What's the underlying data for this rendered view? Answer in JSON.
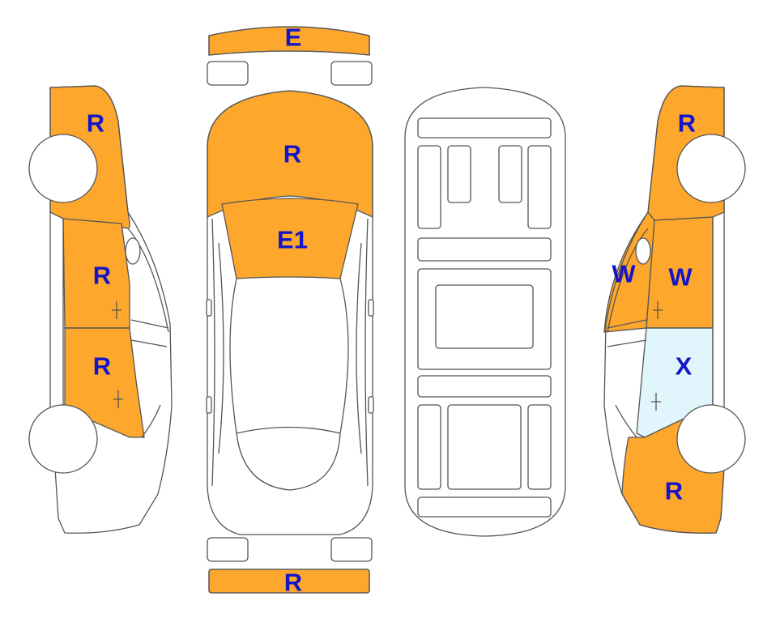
{
  "colors": {
    "damage_fill": "#FDA72D",
    "replace_fill": "#E0F6FC",
    "outline": "#555555",
    "label_text": "#1414C8",
    "background": "#FFFFFF"
  },
  "labels": {
    "left_side_front_fender": "R",
    "left_side_front_door": "R",
    "left_side_rear_door": "R",
    "front_bumper": "E",
    "hood": "R",
    "windshield": "E1",
    "rear_bumper": "R",
    "right_side_front_fender": "R",
    "right_side_pillar": "W",
    "right_side_front_door": "W",
    "right_side_rear_door": "X",
    "right_side_rear_quarter": "R"
  }
}
